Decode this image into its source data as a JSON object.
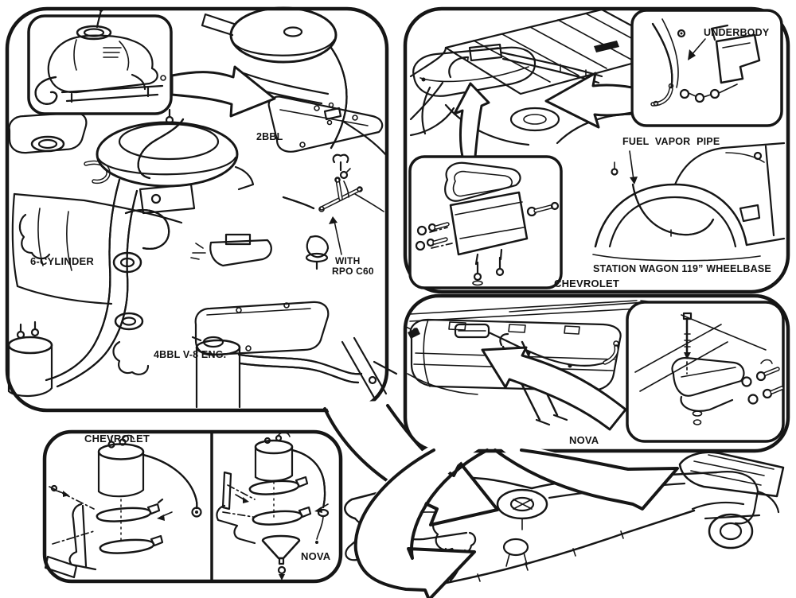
{
  "document": {
    "kind": "service-manual line-art figure (fuel vapor / EVAP pipe routing)",
    "background": "#ffffff",
    "ink": "#161616"
  },
  "labels": {
    "two_bbl": "2BBL",
    "six_cylinder": "6-CYLINDER",
    "rpo_line1": "WITH",
    "rpo_line2": "RPO C60",
    "four_bbl": "4BBL V-8 ENG.",
    "underbody": "UNDERBODY",
    "fuel_vapor_pipe": "FUEL VAPOR PIPE",
    "station_wagon": "STATION WAGON 119” WHEELBASE",
    "chevrolet_top": "CHEVROLET",
    "nova_mid": "NOVA",
    "chevrolet_bottom": "CHEVROLET",
    "nova_bottom": "NOVA"
  }
}
